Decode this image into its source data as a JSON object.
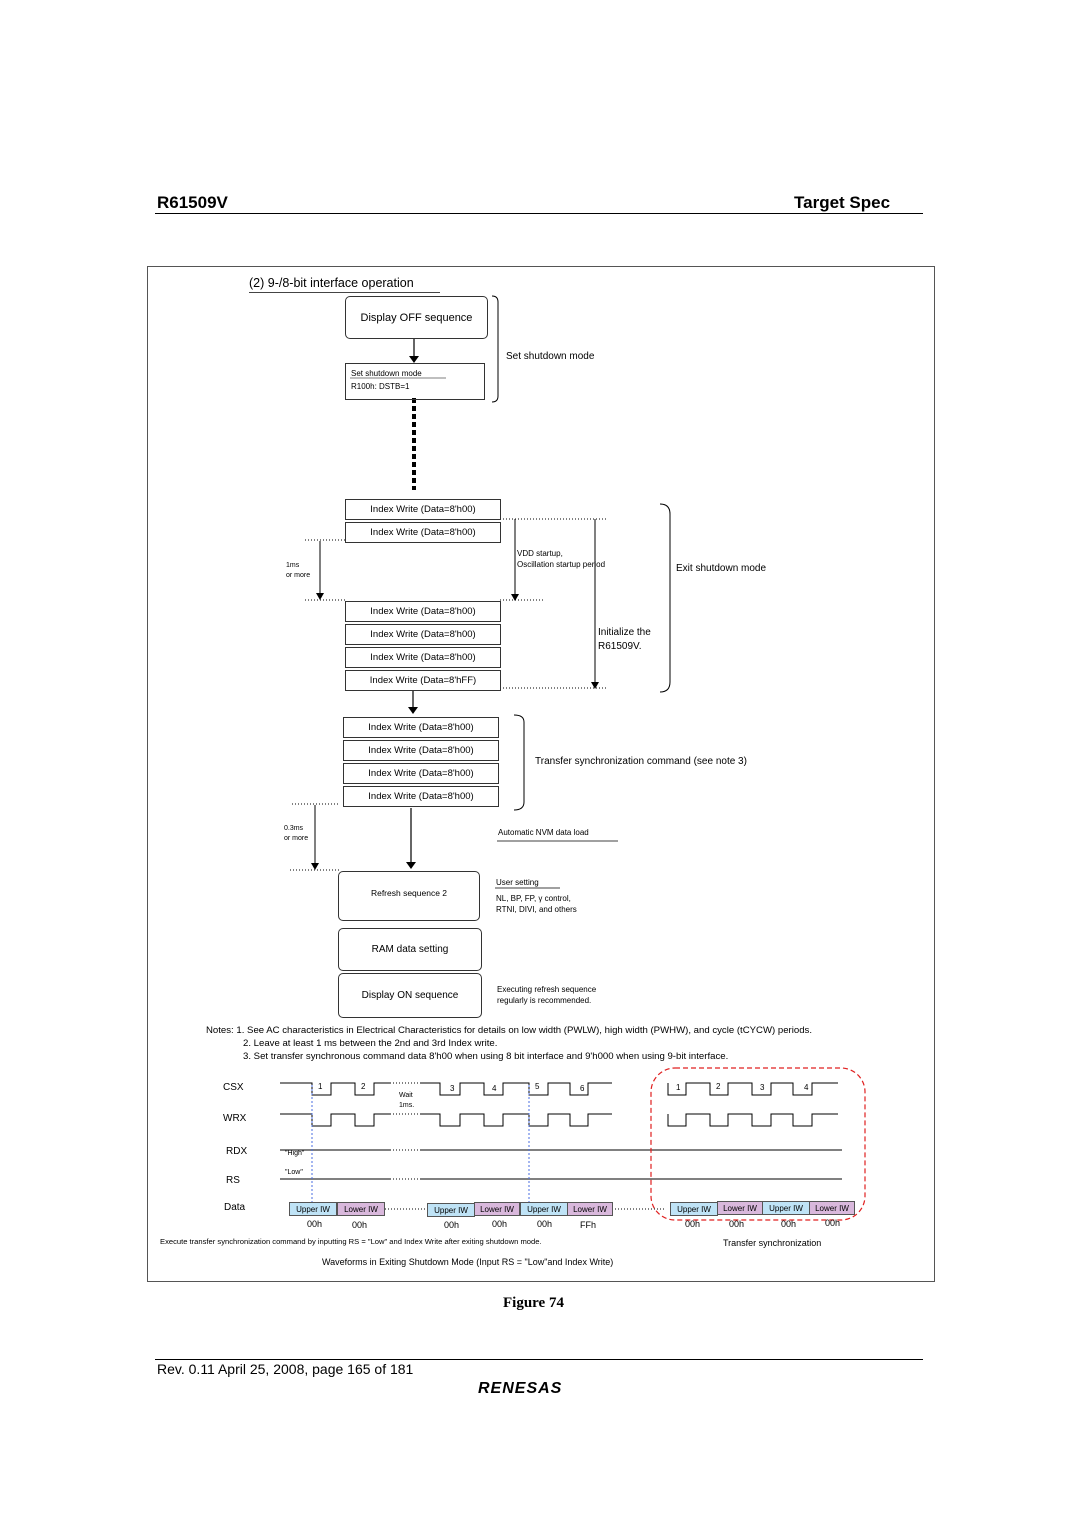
{
  "header": {
    "left": "R61509V",
    "right": "Target Spec"
  },
  "section_title": "(2) 9-/8-bit interface operation",
  "flow": {
    "display_off": "Display OFF sequence",
    "shutdown_box_title": "Set shutdown mode",
    "shutdown_box_reg": "R100h: DSTB=1",
    "set_shutdown_label": "Set shutdown mode",
    "exit_writes_a": [
      "Index Write (Data=8'h00)",
      "Index Write (Data=8'h00)"
    ],
    "exit_writes_b": [
      "Index Write (Data=8'h00)",
      "Index Write (Data=8'h00)",
      "Index Write (Data=8'h00)",
      "Index Write (Data=8'hFF)"
    ],
    "sync_writes": [
      "Index Write (Data=8'h00)",
      "Index Write (Data=8'h00)",
      "Index Write (Data=8'h00)",
      "Index Write (Data=8'h00)"
    ],
    "one_ms": "1ms",
    "or_more": "or more",
    "vdd_startup": "VDD startup,",
    "osc_startup": "Oscillation startup period",
    "exit_shutdown": "Exit shutdown mode",
    "initialize_1": "Initialize the",
    "initialize_2": "R61509V.",
    "transfer_sync": "Transfer synchronization command (see note 3)",
    "point3ms": "0.3ms",
    "nvm_load": "Automatic NVM data load",
    "refresh_seq": "Refresh sequence 2",
    "user_setting": "User setting",
    "user_setting_1": "NL, BP, FP, γ control,",
    "user_setting_2": "RTNI, DIVI, and others",
    "ram_setting": "RAM data setting",
    "display_on": "Display ON sequence",
    "exec_refresh_1": "Executing refresh sequence",
    "exec_refresh_2": "regularly is recommended."
  },
  "notes": {
    "n1": "Notes: 1. See AC characteristics in Electrical Characteristics for details on low width (PWLW), high width (PWHW), and cycle (tCYCW) periods.",
    "n2": "2. Leave at least 1 ms between the 2nd and 3rd Index write.",
    "n3": "3. Set transfer synchronous command  data 8'h00 when using 8 bit interface and 9'h000 when using 9-bit interface."
  },
  "timing": {
    "signals": [
      "CSX",
      "WRX",
      "RDX",
      "RS",
      "Data"
    ],
    "pulse_numbers": [
      "1",
      "2",
      "3",
      "4",
      "5",
      "6",
      "1",
      "2",
      "3",
      "4"
    ],
    "wait_1": "Wait",
    "wait_2": "1ms.",
    "high": "\"High\"",
    "low": "\"Low\"",
    "upper_iw": "Upper IW",
    "lower_iw": "Lower IW",
    "data_values": [
      "00h",
      "00h",
      "00h",
      "00h",
      "00h",
      "FFh",
      "00h",
      "00h",
      "00h",
      "00h"
    ],
    "exec_note": "Execute transfer synchronization command by inputting RS = \"Low\" and Index Write after exiting shutdown mode.",
    "transfer_sync_label": "Transfer synchronization",
    "caption": "Waveforms in Exiting Shutdown Mode (Input RS = \"Low\"and Index Write)"
  },
  "figure_label": "Figure 74",
  "footer": {
    "rev": "Rev. 0.11 April 25, 2008, page 165 of 181",
    "logo": "RENESAS"
  }
}
